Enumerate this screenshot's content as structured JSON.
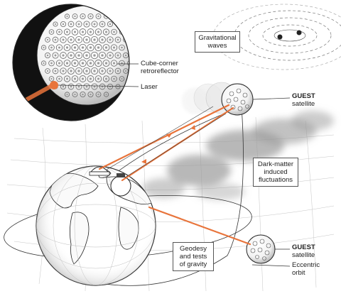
{
  "labels": {
    "gravitational_waves": [
      "Gravitational",
      "waves"
    ],
    "cube_corner": [
      "Cube-corner",
      "retroreflector"
    ],
    "laser": "Laser",
    "guest_top": {
      "bold": "GUEST",
      "rest": "satellite"
    },
    "dark_matter": [
      "Dark-matter",
      "induced",
      "fluctuations"
    ],
    "geodesy": [
      "Geodesy",
      "and tests",
      "of gravity"
    ],
    "guest_bottom": {
      "bold": "GUEST",
      "rest": "satellite"
    },
    "eccentric_orbit": [
      "Eccentric",
      "orbit"
    ]
  },
  "colors": {
    "laser": "#e8743b",
    "line": "#333333",
    "haze": "#9a9a9a",
    "space": "#111111",
    "water": "#ffffff",
    "land": "#ffffff"
  }
}
